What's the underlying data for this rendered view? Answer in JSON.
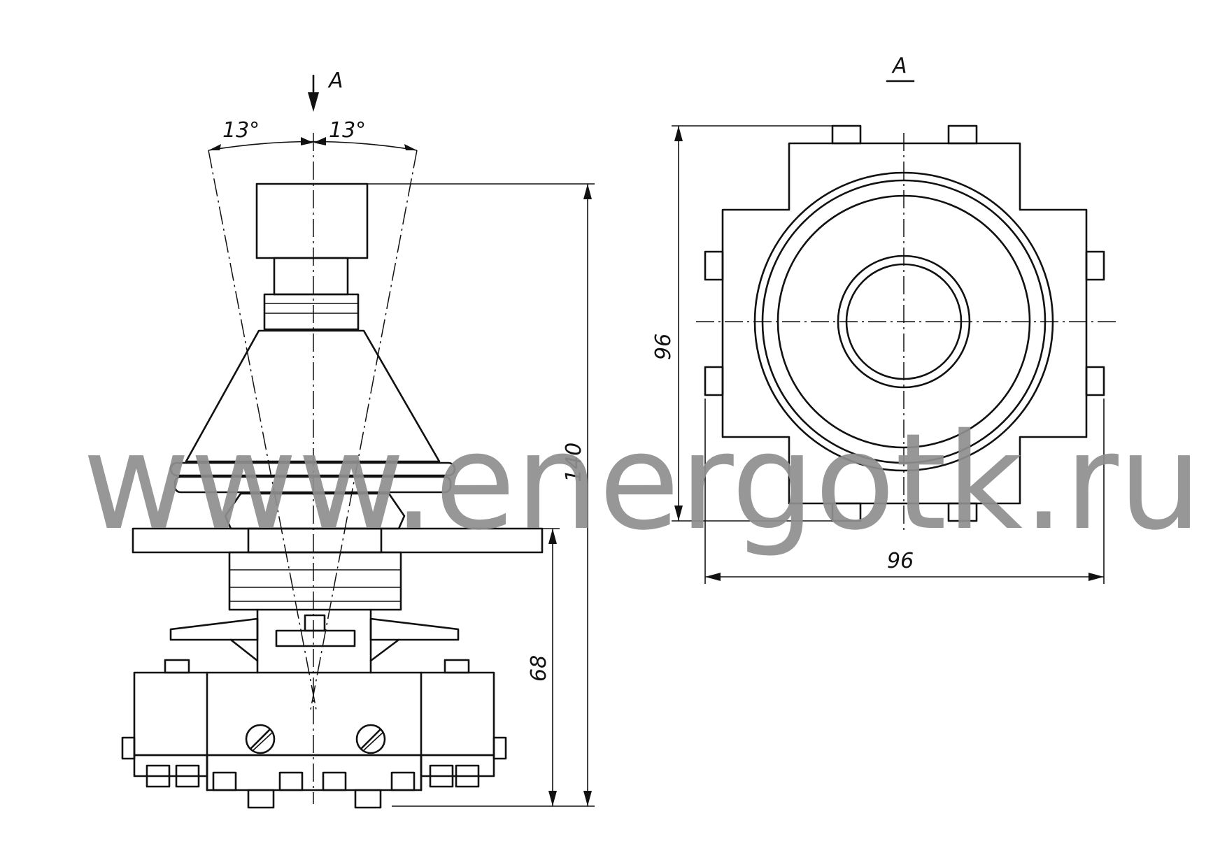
{
  "labels": {
    "view_arrow": "А",
    "view_title": "А",
    "angle_left": "13°",
    "angle_right": "13°",
    "height_total": "140",
    "height_base": "68",
    "width_vertical": "96",
    "width_horizontal": "96"
  },
  "watermark": {
    "text": "www.energotk.ru",
    "color": "#8f8f8f"
  },
  "colors": {
    "line": "#111111",
    "background": "#ffffff"
  }
}
